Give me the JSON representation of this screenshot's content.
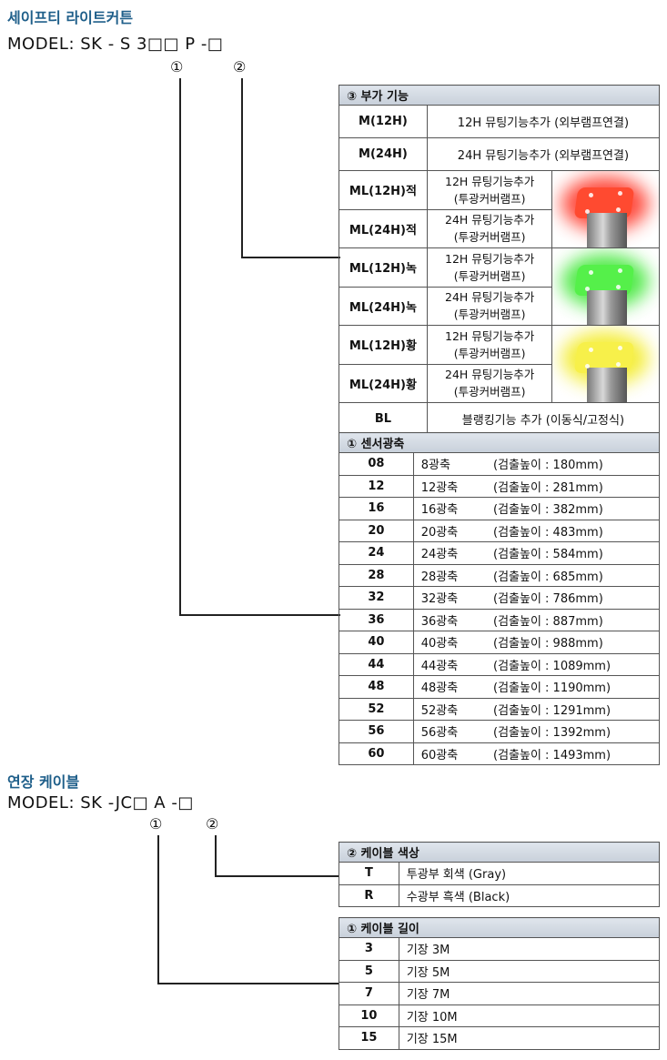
{
  "safety": {
    "title": "세이프티 라이트커튼",
    "model": "MODEL: SK - S 3□□ P -□",
    "marker1": "①",
    "marker2": "②",
    "addon": {
      "header": "③ 부가 기능",
      "rows": [
        {
          "code": "M(12H)",
          "desc": "12H 뮤팅기능추가 (외부램프연결)"
        },
        {
          "code": "M(24H)",
          "desc": "24H 뮤팅기능추가 (외부램프연결)"
        },
        {
          "code": "ML(12H)적",
          "line1": "12H 뮤팅기능추가",
          "line2": "(투광커버램프)"
        },
        {
          "code": "ML(24H)적",
          "line1": "24H 뮤팅기능추가",
          "line2": "(투광커버램프)"
        },
        {
          "code": "ML(12H)녹",
          "line1": "12H 뮤팅기능추가",
          "line2": "(투광커버램프)"
        },
        {
          "code": "ML(24H)녹",
          "line1": "24H 뮤팅기능추가",
          "line2": "(투광커버램프)"
        },
        {
          "code": "ML(12H)황",
          "line1": "12H 뮤팅기능추가",
          "line2": "(투광커버램프)"
        },
        {
          "code": "ML(24H)황",
          "line1": "24H 뮤팅기능추가",
          "line2": "(투광커버램프)"
        },
        {
          "code": "BL",
          "desc": "블랭킹기능 추가 (이동식/고정식)"
        }
      ],
      "lamp_colors": {
        "red": "#ff2a1a",
        "green": "#33e62a",
        "yellow": "#f2ea18"
      }
    },
    "axis": {
      "header": "① 센서광축",
      "rows": [
        {
          "code": "08",
          "name": "8광축",
          "height": "(검출높이 : 180mm)"
        },
        {
          "code": "12",
          "name": "12광축",
          "height": "(검출높이 : 281mm)"
        },
        {
          "code": "16",
          "name": "16광축",
          "height": "(검출높이 : 382mm)"
        },
        {
          "code": "20",
          "name": "20광축",
          "height": "(검출높이 : 483mm)"
        },
        {
          "code": "24",
          "name": "24광축",
          "height": "(검출높이 : 584mm)"
        },
        {
          "code": "28",
          "name": "28광축",
          "height": "(검출높이 : 685mm)"
        },
        {
          "code": "32",
          "name": "32광축",
          "height": "(검출높이 : 786mm)"
        },
        {
          "code": "36",
          "name": "36광축",
          "height": "(검출높이 : 887mm)"
        },
        {
          "code": "40",
          "name": "40광축",
          "height": "(검출높이 : 988mm)"
        },
        {
          "code": "44",
          "name": "44광축",
          "height": "(검출높이 : 1089mm)"
        },
        {
          "code": "48",
          "name": "48광축",
          "height": "(검출높이 : 1190mm)"
        },
        {
          "code": "52",
          "name": "52광축",
          "height": "(검출높이 : 1291mm)"
        },
        {
          "code": "56",
          "name": "56광축",
          "height": "(검출높이 : 1392mm)"
        },
        {
          "code": "60",
          "name": "60광축",
          "height": "(검출높이 : 1493mm)"
        }
      ]
    }
  },
  "cable": {
    "title": "연장 케이블",
    "model": "MODEL: SK -JC□ A -□",
    "marker1": "①",
    "marker2": "②",
    "color": {
      "header": "② 케이블 색상",
      "rows": [
        {
          "code": "T",
          "desc": "투광부 회색 (Gray)"
        },
        {
          "code": "R",
          "desc": "수광부 흑색 (Black)"
        }
      ]
    },
    "length": {
      "header": "① 케이블 길이",
      "rows": [
        {
          "code": "3",
          "desc": "기장 3M"
        },
        {
          "code": "5",
          "desc": "기장 5M"
        },
        {
          "code": "7",
          "desc": "기장 7M"
        },
        {
          "code": "10",
          "desc": "기장 10M"
        },
        {
          "code": "15",
          "desc": "기장 15M"
        }
      ]
    }
  }
}
